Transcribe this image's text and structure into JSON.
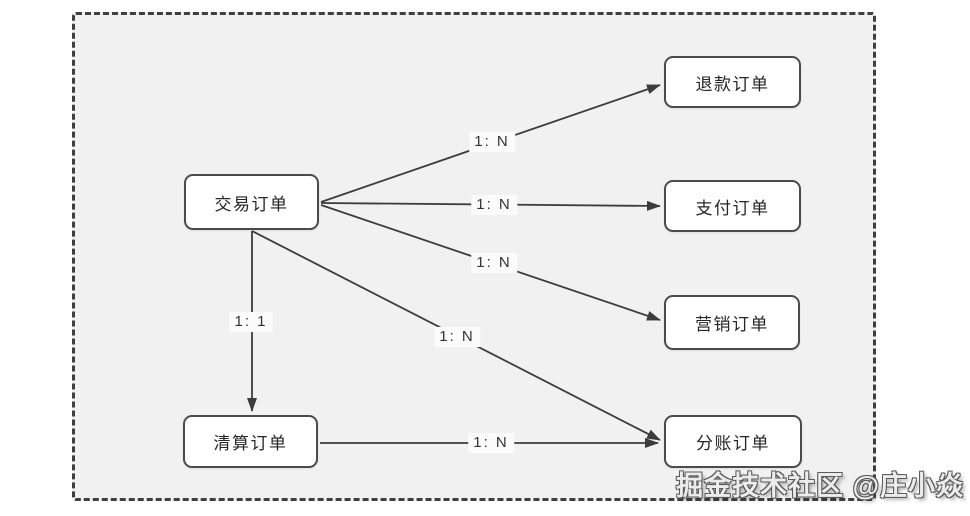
{
  "diagram": {
    "nodes": {
      "trade": {
        "label": "交易订单"
      },
      "refund": {
        "label": "退款订单"
      },
      "payment": {
        "label": "支付订单"
      },
      "marketing": {
        "label": "营销订单"
      },
      "split": {
        "label": "分账订单"
      },
      "clearing": {
        "label": "清算订单"
      }
    },
    "edges": [
      {
        "from": "交易订单",
        "to": "退款订单",
        "label": "1: N"
      },
      {
        "from": "交易订单",
        "to": "支付订单",
        "label": "1: N"
      },
      {
        "from": "交易订单",
        "to": "营销订单",
        "label": "1: N"
      },
      {
        "from": "交易订单",
        "to": "清算订单",
        "label": "1: 1"
      },
      {
        "from": "交易订单",
        "to": "分账订单",
        "label": "1: N"
      },
      {
        "from": "清算订单",
        "to": "分账订单",
        "label": "1: N"
      }
    ],
    "watermark": "掘金技术社区 @庄小焱",
    "colors": {
      "line": "#3c3c3c",
      "box_border": "#4b4b4b",
      "box_fill": "#ffffff",
      "canvas_bg": "#f1f1f2",
      "page_bg": "#ffffff",
      "dashed_border": "#3f3f3f",
      "label_text": "#333333"
    }
  }
}
